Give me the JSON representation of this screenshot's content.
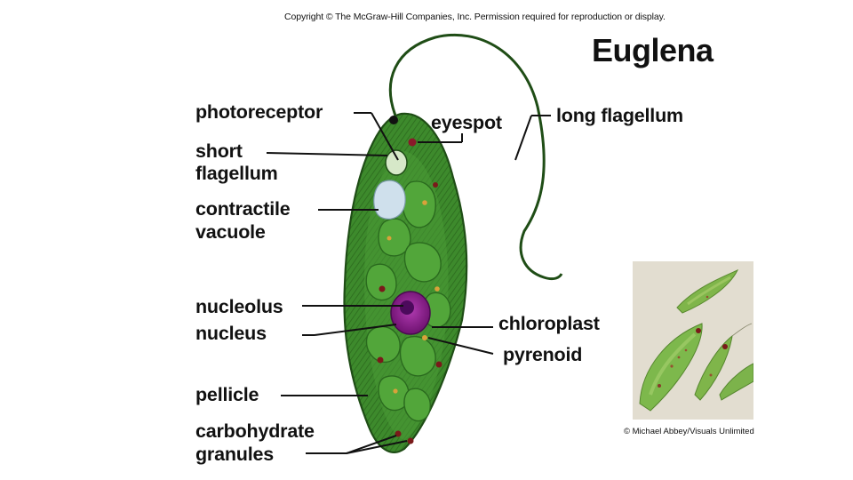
{
  "copyright": "Copyright © The McGraw-Hill Companies, Inc. Permission required for reproduction or display.",
  "title": "Euglena",
  "labels": {
    "photoreceptor": "photoreceptor",
    "eyespot": "eyespot",
    "long_flagellum": "long flagellum",
    "short_flagellum_1": "short",
    "short_flagellum_2": "flagellum",
    "contractile_vacuole_1": "contractile",
    "contractile_vacuole_2": "vacuole",
    "nucleolus": "nucleolus",
    "nucleus": "nucleus",
    "chloroplast": "chloroplast",
    "pyrenoid": "pyrenoid",
    "pellicle": "pellicle",
    "carbohydrate_granules_1": "carbohydrate",
    "carbohydrate_granules_2": "granules"
  },
  "photo_credit": "© Michael Abbey/Visuals Unlimited",
  "colors": {
    "cell_body": "#3f8a2e",
    "cell_dark": "#1f4d16",
    "chloroplast": "#4f9e38",
    "nucleus": "#8a1a8c",
    "nucleolus": "#5a1070",
    "granule": "#7a1a1a",
    "pyrenoid": "#d9a23a",
    "vacuole": "#cfe0ec",
    "photo_bg": "#e9e5dc"
  }
}
